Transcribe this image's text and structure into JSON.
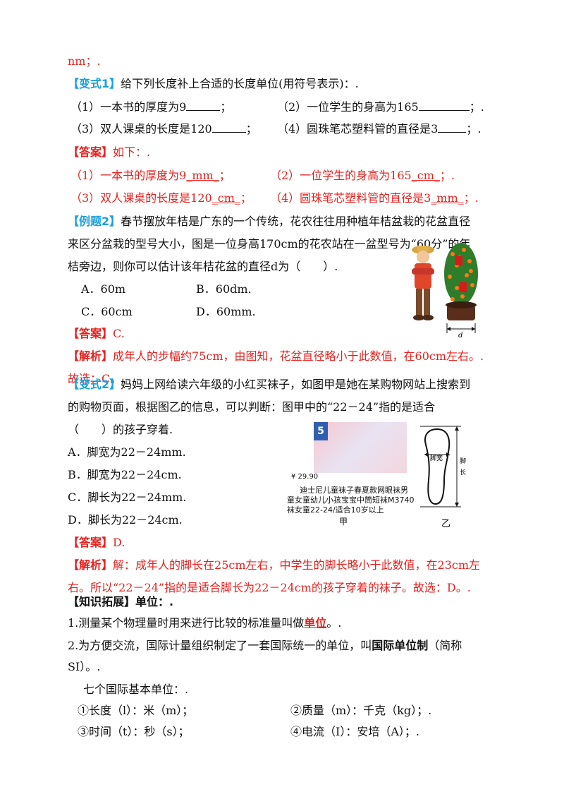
{
  "top_fragment": "nm；.",
  "variant1": {
    "tag": "【变式1】",
    "stem": "给下列长度补上合适的长度单位(用符号表示)：.",
    "q1": "（1）一本书的厚度为9",
    "q2": "（2）一位学生的身高为165",
    "q3": "（3）双人课桌的长度是120",
    "q4": "（4）圆珠笔芯塑料管的直径是3",
    "end_semicolon": "；",
    "end_semicolon_dot": "；.",
    "answer_tag": "【答案】",
    "answer_text": "如下：.",
    "a1_pre": "（1）一本书的厚度为9",
    "a1_unit": "_mm_",
    "a2_pre": "（2）一位学生的身高为165",
    "a2_unit": "_cm_",
    "a3_pre": "（3）双人课桌的长度是120",
    "a3_unit": "_cm_",
    "a4_pre": "（4）圆珠笔芯塑料管的直径是3",
    "a4_unit": "_mm_",
    "a_end": "；",
    "a_end_dot": "；.",
    "a_end_dots": "；."
  },
  "example2": {
    "tag": "【例题2】",
    "line1": "春节摆放年桔是广东的一个传统，花农往往用种植年桔盆栽的花盆直径",
    "line2": "来区分盆栽的型号大小，图是一位身高170cm的花农站在一盆型号为“60分”的年",
    "line3": "桔旁边，则你可以估计该年桔花盆的直径d为（　　）.",
    "optA": "A．60m",
    "optB": "B．60dm.",
    "optC": "C．60cm",
    "optD": "D．60mm.",
    "answer_tag": "【答案】",
    "answer": "C.",
    "analysis_tag": "【解析】",
    "analysis": "成年人的步幅约75cm，由图知，花盆直径略小于此数值，在60cm左右。.",
    "conclusion": "故选：C。.",
    "fig_label_d": "d"
  },
  "variant2": {
    "tag": "【变式2】",
    "line1": "妈妈上网给读六年级的小红买袜子，如图甲是她在某购物网站上搜索到",
    "line2": "的购物页面，根据图乙的信息，可以判断：图甲中的“22－24”指的是适合",
    "line3": "（　　）的孩子穿着.",
    "optA": "A．脚宽为22－24mm.",
    "optB": "B．脚宽为22－24cm.",
    "optC": "C．脚长为22－24mm.",
    "optD": "D．脚长为22－24cm.",
    "answer_tag": "【答案】",
    "answer": "D.",
    "analysis_tag": "【解析】",
    "analysis1": "解：成年人的脚长在25cm左右，中学生的脚长略小于此数值，在23cm左",
    "analysis2": "右。所以“22－24”指的是适合脚长为22－24cm的孩子穿着的袜子。故选：D。.",
    "fig_jia_price": "¥ 29.90",
    "fig_jia_desc1": "迪士尼儿童袜子春夏款网眼袜男",
    "fig_jia_desc2": "童女童幼儿小孩宝宝中筒短袜M3740",
    "fig_jia_desc3": "袜女童22-24/适合10岁以上",
    "fig_jia_label": "甲",
    "fig_jia_badge": "5",
    "fig_yi_width": "脚宽",
    "fig_yi_len1": "脚",
    "fig_yi_len2": "长",
    "fig_yi_label": "乙"
  },
  "knowledge": {
    "title": "【知识拓展】单位：.",
    "p1_pre": "1.测量某个物理量时用来进行比较的标准量叫做",
    "p1_key": "单位",
    "p1_post": "。.",
    "p2_pre": "2.为方便交流，国际计量组织制定了一套国际统一的单位，叫",
    "p2_key": "国际单位制",
    "p2_post": "（简称",
    "p2_line2": "SI）。.",
    "seven": "七个国际基本单位：.",
    "u1": "①长度（l）：米（m）；",
    "u2": "②质量（m）：千克（kg）；.",
    "u3": "③时间（t）：秒（s）；",
    "u4": "④电流（I）：安培（A）；."
  },
  "colors": {
    "red": "#e8201e",
    "blue": "#1aa0e0"
  }
}
